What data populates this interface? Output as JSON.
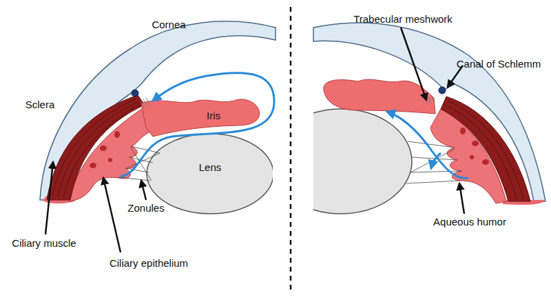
{
  "diagram": {
    "labels": [
      "Trabecular meshwork",
      "Cornea",
      "Canal of Schlemm",
      "Sclera",
      "Iris",
      "Lens",
      "Zonules",
      "Aqueous humor",
      "Ciliary muscle",
      "Ciliary epithelium"
    ]
  }
}
